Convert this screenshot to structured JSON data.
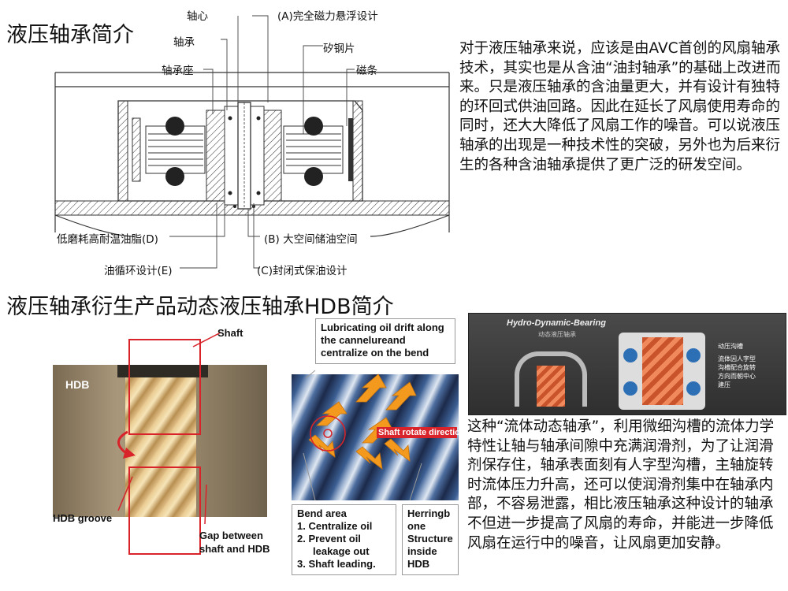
{
  "section1": {
    "title": "液压轴承简介",
    "labels": {
      "zhouxin": "轴心",
      "a": "(A)完全磁力悬浮设计",
      "zhoucheng": "轴承",
      "guigangpian": "矽钢片",
      "zhouchengzuo": "轴承座",
      "citiao": "磁条",
      "d": "低磨耗高耐温油脂(D)",
      "b": "(B) 大空间储油空间",
      "e": "油循环设计(E)",
      "c": "(C)封闭式保油设计"
    },
    "paragraph": "对于液压轴承来说，应该是由AVC首创的风扇轴承技术，其实也是从含油“油封轴承”的基础上改进而来。只是液压轴承的含油量更大，并有设计有独特的环回式供油回路。因此在延长了风扇使用寿命的同时，还大大降低了风扇工作的噪音。可以说液压轴承的出现是一种技术性的突破，另外也为后来衍生的各种含油轴承提供了更广泛的研发空间。"
  },
  "section2": {
    "title": "液压轴承衍生产品动态液压轴承HDB简介",
    "photo": {
      "shaft": "Shaft",
      "hdb": "HDB",
      "hdb_groove": "HDB groove",
      "gap_line1": "Gap between",
      "gap_line2": "shaft and HDB"
    },
    "closeup": {
      "top_line1": "Lubricating oil drift along",
      "top_line2": "the cannelureand",
      "top_line3": "centralize on the bend",
      "rotate": "Shaft rotate direction",
      "bend_title": "Bend area",
      "bend_1": "1. Centralize oil",
      "bend_2": "2. Prevent oil",
      "bend_2b": "leakage out",
      "bend_3": "3. Shaft leading.",
      "herring_1": "Herringb",
      "herring_2": "one",
      "herring_3": "Structure",
      "herring_4": "inside",
      "herring_5": "HDB"
    },
    "panel": {
      "title": "Hydro-Dynamic-Bearing",
      "subtitle": "动态液压轴承",
      "note1": "动压沟槽",
      "note2_1": "流体因人字型",
      "note2_2": "沟槽配合旋转",
      "note2_3": "方向而朝中心",
      "note2_4": "建压"
    },
    "paragraph": "这种“流体动态轴承”，利用微细沟槽的流体力学特性让轴与轴承间隙中充满润滑剂，为了让润滑剂保存住，轴承表面刻有人字型沟槽，主轴旋转时流体压力升高，还可以使润滑剂集中在轴承内部，不容易泄露，相比液压轴承这种设计的轴承不但进一步提高了风扇的寿命，并能进一步降低风扇在运行中的噪音，让风扇更加安静。"
  },
  "colors": {
    "red": "#d8232a",
    "orange": "#f39a1e",
    "panel_dark": "#3d3d3d",
    "copper": "#c9532b"
  }
}
